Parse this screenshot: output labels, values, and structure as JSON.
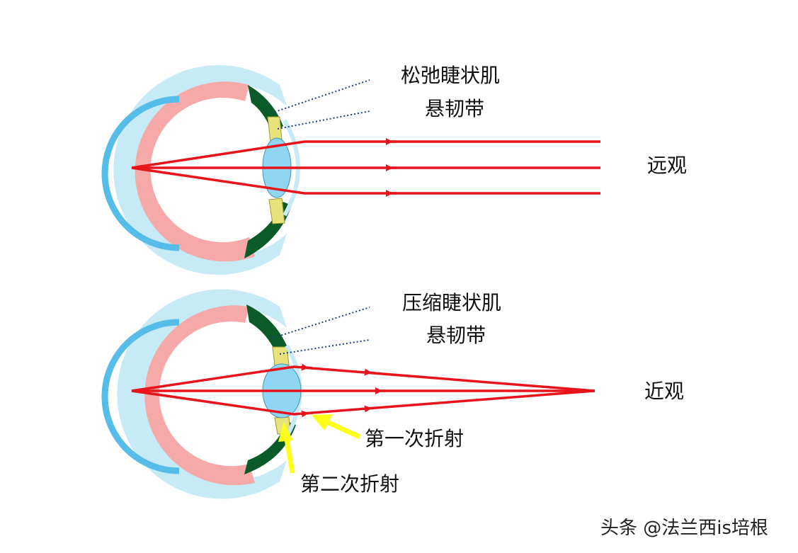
{
  "colors": {
    "sclera_outer": "#c7eaf7",
    "choroid": "#f6a9a9",
    "retina": "#55bde8",
    "ciliary_muscle": "#0b5b29",
    "zonule": "#e8e27a",
    "lens": "#8fd6f2",
    "light_ray": "#e8141c",
    "leader_line": "#1d3f7a",
    "refraction_arrow": "#ffff1a"
  },
  "far_view": {
    "muscle_label": "松弛睫状肌",
    "zonule_label": "悬韧带",
    "mode_label": "远观"
  },
  "near_view": {
    "muscle_label": "压缩睫状肌",
    "zonule_label": "悬韧带",
    "mode_label": "近观",
    "first_refraction": "第一次折射",
    "second_refraction": "第二次折射"
  },
  "watermark": "头条 @法兰西is培根"
}
